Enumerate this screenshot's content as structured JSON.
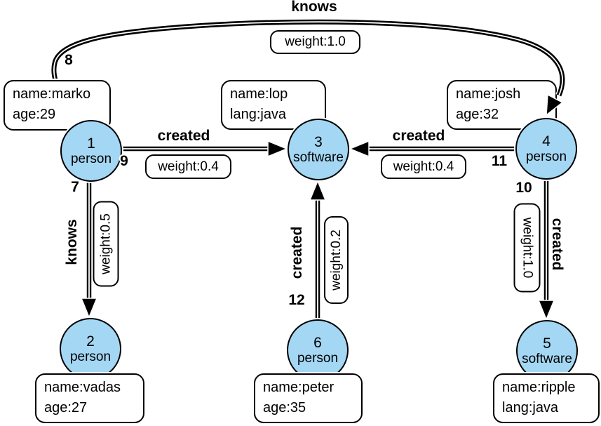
{
  "diagram": {
    "colors": {
      "node_fill": "#a4d7f4",
      "node_border": "#000000",
      "edge_color": "#000000",
      "background": "#ffffff"
    }
  },
  "nodes": [
    {
      "id": "1",
      "type": "person"
    },
    {
      "id": "2",
      "type": "person"
    },
    {
      "id": "3",
      "type": "software"
    },
    {
      "id": "4",
      "type": "person"
    },
    {
      "id": "5",
      "type": "software"
    },
    {
      "id": "6",
      "type": "person"
    }
  ],
  "property_boxes": [
    {
      "node": "1",
      "line1": "name:marko",
      "line2": "age:29"
    },
    {
      "node": "3",
      "line1": "name:lop",
      "line2": "lang:java"
    },
    {
      "node": "4",
      "line1": "name:josh",
      "line2": "age:32"
    },
    {
      "node": "2",
      "line1": "name:vadas",
      "line2": "age:27"
    },
    {
      "node": "6",
      "line1": "name:peter",
      "line2": "age:35"
    },
    {
      "node": "5",
      "line1": "name:ripple",
      "line2": "lang:java"
    }
  ],
  "edges": [
    {
      "id": "8",
      "label": "knows",
      "weight": "weight:1.0",
      "from": "1",
      "to": "4"
    },
    {
      "id": "9",
      "label": "created",
      "weight": "weight:0.4",
      "from": "1",
      "to": "3"
    },
    {
      "id": "11",
      "label": "created",
      "weight": "weight:0.4",
      "from": "4",
      "to": "3"
    },
    {
      "id": "7",
      "label": "knows",
      "weight": "weight:0.5",
      "from": "1",
      "to": "2"
    },
    {
      "id": "12",
      "label": "created",
      "weight": "weight:0.2",
      "from": "6",
      "to": "3"
    },
    {
      "id": "10",
      "label": "created",
      "weight": "weight:1.0",
      "from": "4",
      "to": "5"
    }
  ]
}
